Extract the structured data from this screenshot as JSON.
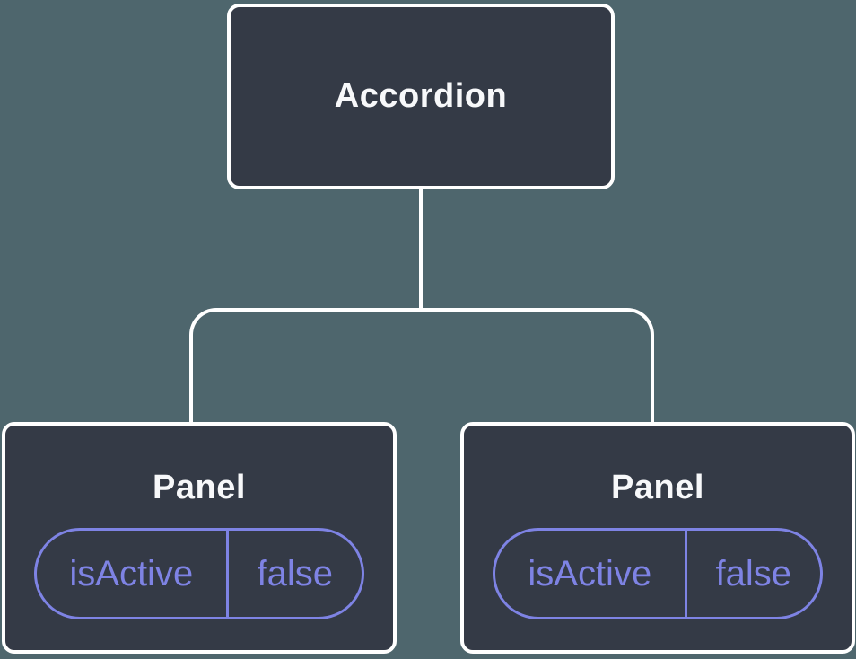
{
  "tree": {
    "root": {
      "label": "Accordion"
    },
    "panels": [
      {
        "label": "Panel",
        "state": {
          "key": "isActive",
          "value": "false"
        }
      },
      {
        "label": "Panel",
        "state": {
          "key": "isActive",
          "value": "false"
        }
      }
    ]
  },
  "colors": {
    "background": "#4E666D",
    "node_fill": "#343A46",
    "node_border": "#FFFFFF",
    "node_text": "#F7F8FA",
    "state_accent": "#7E83E4"
  }
}
